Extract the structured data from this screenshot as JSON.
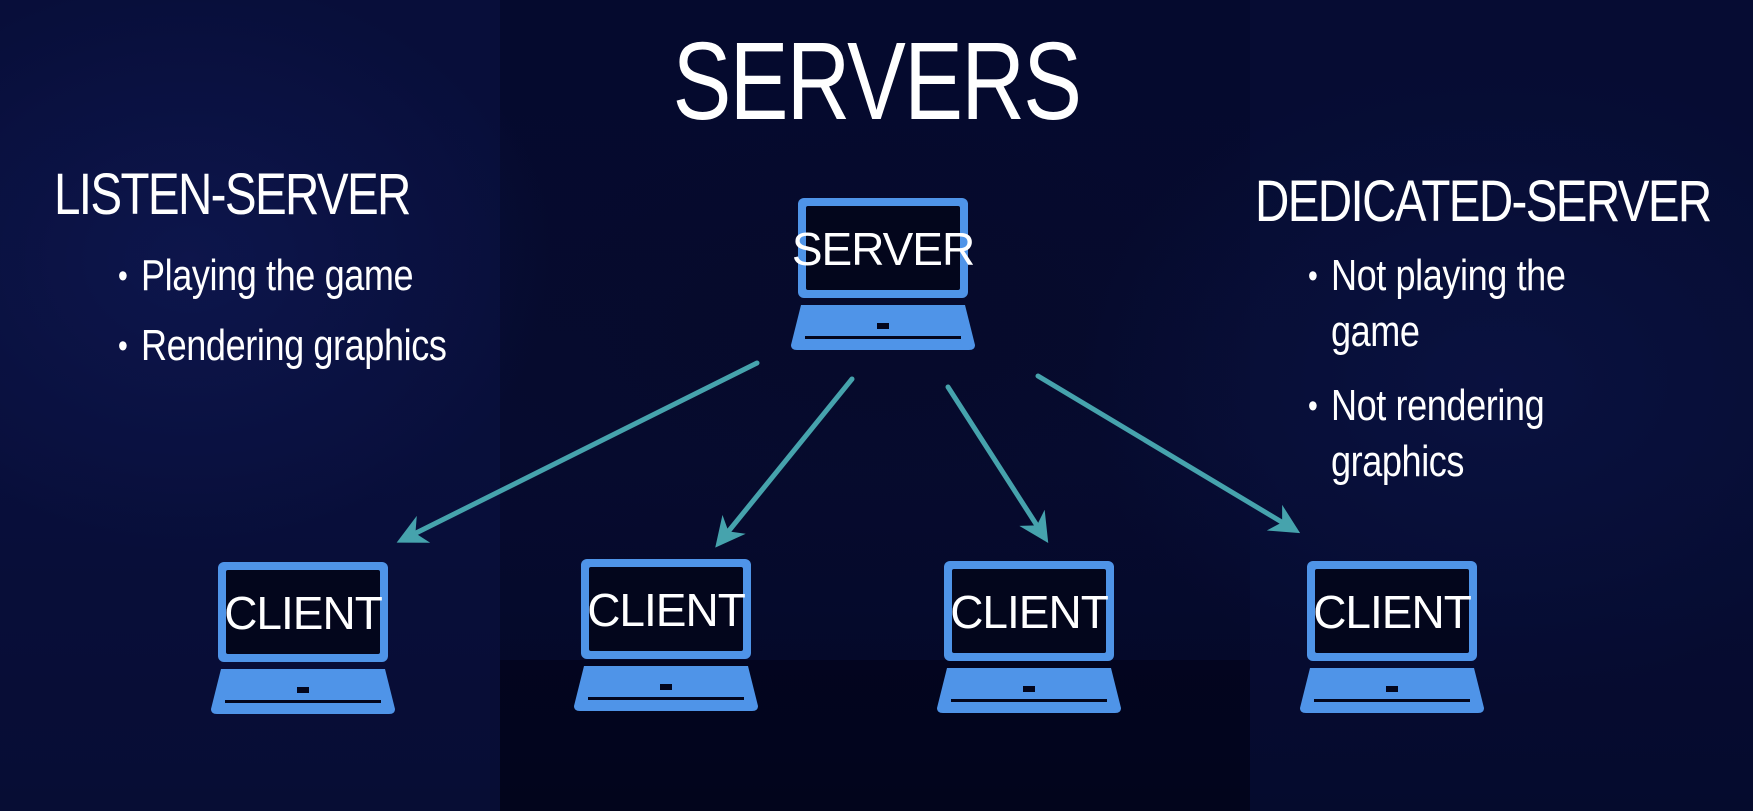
{
  "title": "SERVERS",
  "listen_server": {
    "heading": "LISTEN-SERVER",
    "bullets": [
      "Playing the game",
      "Rendering graphics"
    ]
  },
  "dedicated_server": {
    "heading": "DEDICATED-SERVER",
    "bullets": [
      "Not playing the game",
      "Not rendering graphics"
    ],
    "bullet_lines": [
      [
        "Not playing the",
        "game"
      ],
      [
        "Not rendering",
        "graphics"
      ]
    ]
  },
  "server_label": "SERVER",
  "client_label": "CLIENT",
  "client_count": 4,
  "colors": {
    "background": "#060b30",
    "laptop": "#4f94e8",
    "screen": "#03061c",
    "arrow": "#46a3ad",
    "text": "#ffffff"
  },
  "icons": [
    "laptop-icon",
    "arrow-icon"
  ]
}
